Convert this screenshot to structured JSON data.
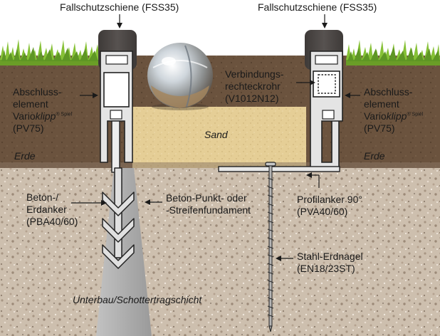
{
  "labels": {
    "rail_left": "Fallschutzschiene (FSS35)",
    "rail_right": "Fallschutzschiene (FSS35)",
    "connector": {
      "line1": "Verbindungs-",
      "line2": "rechteckrohr",
      "line3": "(V1012N12)"
    },
    "end_left": {
      "line1": "Abschluss-",
      "line2": "element",
      "line3_pre": "Vario",
      "line3_italic": "klipp",
      "line3_sup": "® Spiel",
      "line4": "(PV75)"
    },
    "end_right": {
      "line1": "Abschluss-",
      "line2": "element",
      "line3_pre": "Vario",
      "line3_italic": "klipp",
      "line3_sup": "® Spiel",
      "line4": "(PV75)"
    },
    "sand": "Sand",
    "soil_left": "Erde",
    "soil_right": "Erde",
    "anchor": {
      "line1": "Beton-/",
      "line2": "Erdanker",
      "line3": "(PBA40/60)"
    },
    "foundation": {
      "line1": "Beton-Punkt- oder",
      "line2": "-Streifenfundament"
    },
    "profile_anchor": {
      "line1": "Profilanker 90°",
      "line2": "(PVA40/60)"
    },
    "steel_nail": {
      "line1": "Stahl-Erdnagel",
      "line2": "(EN18/23ST)"
    },
    "subbase": "Unterbau/Schottertragschicht"
  },
  "colors": {
    "sky": "#ffffff",
    "grass": "#7fb832",
    "soil": "#6e5540",
    "sand": "#e6cf98",
    "gravel": "#cfc2b2",
    "concrete": "#a7a7a7",
    "rail_cap": "#4a4644",
    "profile": "#e2e2e2",
    "arrow": "#1a1a1a"
  },
  "icons": {
    "ball": "steel-ball-icon"
  }
}
